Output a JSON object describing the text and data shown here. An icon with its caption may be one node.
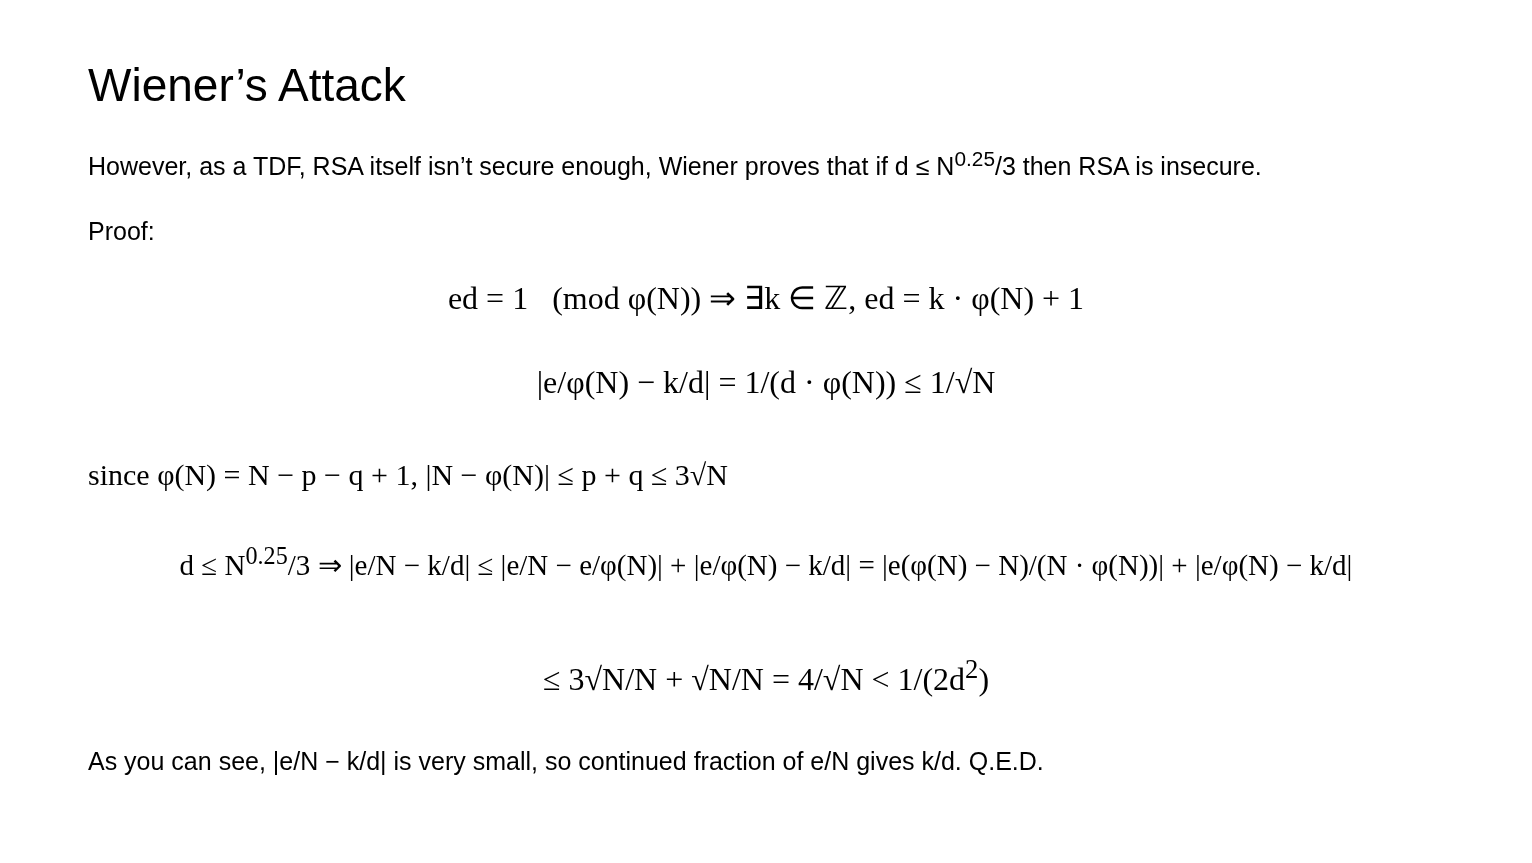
{
  "diagram": {
    "title": "Wiener’s Attack",
    "labels": [
      "However, as a TDF, RSA itself isn’t secure enough, Wiener proves that if d ≤ N$^{0.25}$/3 then RSA is insecure.",
      "Proof:",
      "ed = 1   (mod φ(N)) ⇒ ∃k ∈ ℤ, ed = k · φ(N) + 1",
      "|e/φ(N) − k/d| = 1/(d · φ(N)) ≤ 1/√N",
      "since φ(N) = N − p − q + 1, |N − φ(N)| ≤ p + q ≤ 3√N",
      "d ≤ N$^{0.25}$/3 ⇒ |e/N − k/d| ≤ |e/N − e/φ(N)| + |e/φ(N) − k/d| = |e(φ(N) − N)/(N · φ(N))| + |e/φ(N) − k/d|",
      "≤ 3√N/N + √N/N = 4/√N < 1/(2d$^{2}$)",
      "As you can see, |e/N − k/d| is very small, so continued fraction of e/N gives k/d. Q.E.D."
    ]
  }
}
